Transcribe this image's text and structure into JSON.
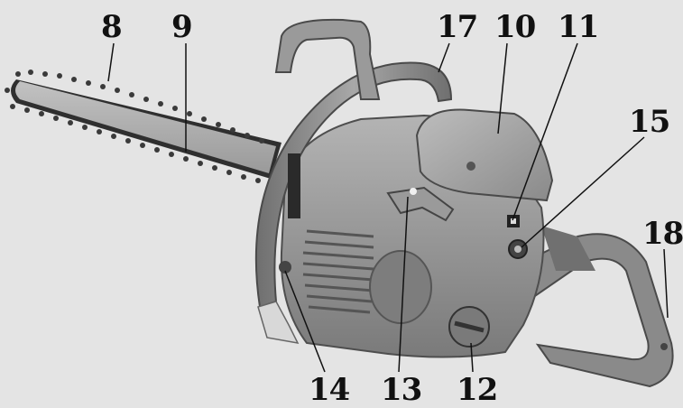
{
  "callouts": {
    "c8": "8",
    "c9": "9",
    "c17": "17",
    "c10": "10",
    "c11": "11",
    "c15": "15",
    "c18": "18",
    "c14": "14",
    "c13": "13",
    "c12": "12"
  },
  "colors": {
    "background": "#e4e4e4",
    "body": "#8d8d8d",
    "body_light": "#a9a9a9",
    "body_dark": "#5a5a5a",
    "chain": "#3a3a3a",
    "label": "#111111"
  }
}
